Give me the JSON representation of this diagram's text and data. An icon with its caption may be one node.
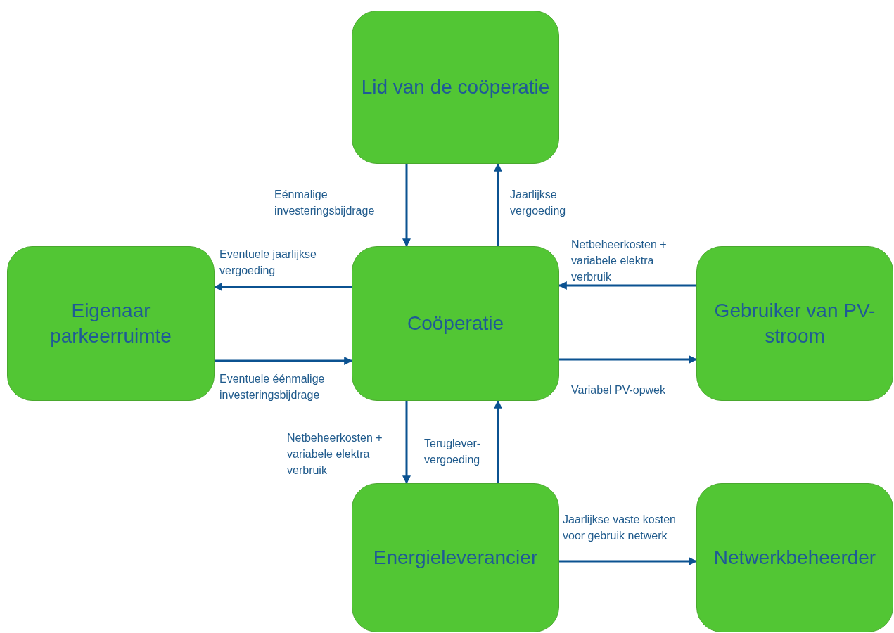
{
  "diagram": {
    "nodes": [
      {
        "text": [
          "Lid van de coöperatie"
        ]
      },
      {
        "text": [
          "Eigenaar parkeerruimte"
        ]
      },
      {
        "text": [
          "Coöperatie"
        ]
      },
      {
        "text": [
          "Gebruiker van PV-stroom"
        ]
      },
      {
        "text": [
          "Energieleverancier"
        ]
      },
      {
        "text": [
          "Netwerkbeheerder"
        ]
      }
    ],
    "edges": [
      {
        "from": 0,
        "to": 2,
        "arrow": "to",
        "label": "Eénmalige investeringsbijdrage"
      },
      {
        "from": 2,
        "to": 0,
        "arrow": "to",
        "label": "Jaarlijkse vergoeding"
      },
      {
        "from": 2,
        "to": 1,
        "arrow": "to",
        "label": "Eventuele jaarlijkse vergoeding"
      },
      {
        "from": 1,
        "to": 2,
        "arrow": "to",
        "label": "Eventuele éénmalige investeringsbijdrage"
      },
      {
        "from": 3,
        "to": 2,
        "arrow": "to",
        "label": "Netbeheerkosten + variabele elektra verbruik"
      },
      {
        "from": 2,
        "to": 3,
        "arrow": "to",
        "label": "Variabel PV-opwek"
      },
      {
        "from": 2,
        "to": 4,
        "arrow": "to",
        "label": "Netbeheerkosten + variabele elektra verbruik"
      },
      {
        "from": 4,
        "to": 2,
        "arrow": "to",
        "label": "Teruglever- vergoeding"
      },
      {
        "from": 4,
        "to": 5,
        "arrow": "to",
        "label": "Jaarlijkse vaste kosten voor gebruik netwerk"
      }
    ]
  }
}
